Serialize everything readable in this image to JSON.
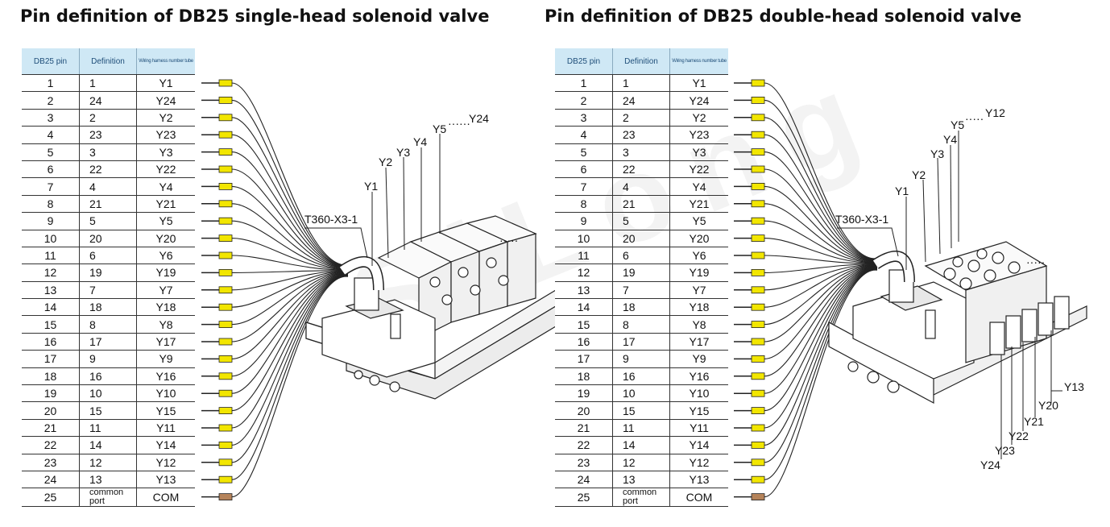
{
  "watermark": "SiLong",
  "left_panel": {
    "title": "Pin definition of DB25 single-head solenoid valve",
    "headers": {
      "pin": "DB25 pin",
      "definition": "Definition",
      "wiring": "Wiring harness number tube"
    },
    "rows": [
      {
        "pin": "1",
        "def": "1",
        "wire": "Y1"
      },
      {
        "pin": "2",
        "def": "24",
        "wire": "Y24"
      },
      {
        "pin": "3",
        "def": "2",
        "wire": "Y2"
      },
      {
        "pin": "4",
        "def": "23",
        "wire": "Y23"
      },
      {
        "pin": "5",
        "def": "3",
        "wire": "Y3"
      },
      {
        "pin": "6",
        "def": "22",
        "wire": "Y22"
      },
      {
        "pin": "7",
        "def": "4",
        "wire": "Y4"
      },
      {
        "pin": "8",
        "def": "21",
        "wire": "Y21"
      },
      {
        "pin": "9",
        "def": "5",
        "wire": "Y5"
      },
      {
        "pin": "10",
        "def": "20",
        "wire": "Y20"
      },
      {
        "pin": "11",
        "def": "6",
        "wire": "Y6"
      },
      {
        "pin": "12",
        "def": "19",
        "wire": "Y19"
      },
      {
        "pin": "13",
        "def": "7",
        "wire": "Y7"
      },
      {
        "pin": "14",
        "def": "18",
        "wire": "Y18"
      },
      {
        "pin": "15",
        "def": "8",
        "wire": "Y8"
      },
      {
        "pin": "16",
        "def": "17",
        "wire": "Y17"
      },
      {
        "pin": "17",
        "def": "9",
        "wire": "Y9"
      },
      {
        "pin": "18",
        "def": "16",
        "wire": "Y16"
      },
      {
        "pin": "19",
        "def": "10",
        "wire": "Y10"
      },
      {
        "pin": "20",
        "def": "15",
        "wire": "Y15"
      },
      {
        "pin": "21",
        "def": "11",
        "wire": "Y11"
      },
      {
        "pin": "22",
        "def": "14",
        "wire": "Y14"
      },
      {
        "pin": "23",
        "def": "12",
        "wire": "Y12"
      },
      {
        "pin": "24",
        "def": "13",
        "wire": "Y13"
      },
      {
        "pin": "25",
        "def": "common port",
        "wire": "COM"
      }
    ],
    "labels": {
      "connector": "T360-X3-1",
      "y1": "Y1",
      "y2": "Y2",
      "y3": "Y3",
      "y4": "Y4",
      "y5": "Y5",
      "y24": "Y24",
      "dots": "······",
      "more": "·····"
    }
  },
  "right_panel": {
    "title": "Pin definition of DB25 double-head solenoid valve",
    "headers": {
      "pin": "DB25 pin",
      "definition": "Definition",
      "wiring": "Wiring harness number tube"
    },
    "rows": [
      {
        "pin": "1",
        "def": "1",
        "wire": "Y1"
      },
      {
        "pin": "2",
        "def": "24",
        "wire": "Y24"
      },
      {
        "pin": "3",
        "def": "2",
        "wire": "Y2"
      },
      {
        "pin": "4",
        "def": "23",
        "wire": "Y23"
      },
      {
        "pin": "5",
        "def": "3",
        "wire": "Y3"
      },
      {
        "pin": "6",
        "def": "22",
        "wire": "Y22"
      },
      {
        "pin": "7",
        "def": "4",
        "wire": "Y4"
      },
      {
        "pin": "8",
        "def": "21",
        "wire": "Y21"
      },
      {
        "pin": "9",
        "def": "5",
        "wire": "Y5"
      },
      {
        "pin": "10",
        "def": "20",
        "wire": "Y20"
      },
      {
        "pin": "11",
        "def": "6",
        "wire": "Y6"
      },
      {
        "pin": "12",
        "def": "19",
        "wire": "Y19"
      },
      {
        "pin": "13",
        "def": "7",
        "wire": "Y7"
      },
      {
        "pin": "14",
        "def": "18",
        "wire": "Y18"
      },
      {
        "pin": "15",
        "def": "8",
        "wire": "Y8"
      },
      {
        "pin": "16",
        "def": "17",
        "wire": "Y17"
      },
      {
        "pin": "17",
        "def": "9",
        "wire": "Y9"
      },
      {
        "pin": "18",
        "def": "16",
        "wire": "Y16"
      },
      {
        "pin": "19",
        "def": "10",
        "wire": "Y10"
      },
      {
        "pin": "20",
        "def": "15",
        "wire": "Y15"
      },
      {
        "pin": "21",
        "def": "11",
        "wire": "Y11"
      },
      {
        "pin": "22",
        "def": "14",
        "wire": "Y14"
      },
      {
        "pin": "23",
        "def": "12",
        "wire": "Y12"
      },
      {
        "pin": "24",
        "def": "13",
        "wire": "Y13"
      },
      {
        "pin": "25",
        "def": "common port",
        "wire": "COM"
      }
    ],
    "labels": {
      "connector": "T360-X3-1",
      "y1": "Y1",
      "y2": "Y2",
      "y3": "Y3",
      "y4": "Y4",
      "y5": "Y5",
      "y12": "Y12",
      "dots": "·····",
      "y13": "Y13",
      "y20": "Y20",
      "y21": "Y21",
      "y22": "Y22",
      "y23": "Y23",
      "y24": "Y24",
      "more": "·····"
    }
  },
  "colors": {
    "header_bg": "#cfe8f5",
    "sleeve_yellow": "#f2e600",
    "sleeve_com": "#b5835a"
  }
}
